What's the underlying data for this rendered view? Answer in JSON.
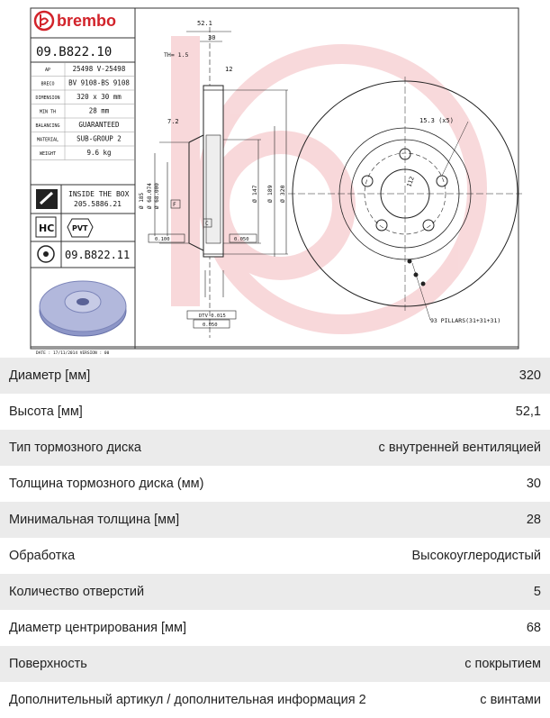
{
  "drawing": {
    "brand": "brembo",
    "part_number": "09.B822.10",
    "info": [
      {
        "key": "AP",
        "value": "25498 V-25498"
      },
      {
        "key": "BRECO",
        "value": "BV 9108-BS 9108"
      },
      {
        "key": "DIMENSION",
        "value": "320 x 30 mm"
      },
      {
        "key": "MIN TH",
        "value": "28 mm"
      },
      {
        "key": "BALANCING",
        "value": "GUARANTEED"
      },
      {
        "key": "MATERIAL",
        "value": "SUB-GROUP 2"
      },
      {
        "key": "WEIGHT",
        "value": "9.6 kg"
      }
    ],
    "inside_box_title": "INSIDE THE BOX",
    "inside_box_number": "205.5886.21",
    "hc_label": "HC",
    "pvt_label": "PVT",
    "alt_part_number": "09.B822.11",
    "footer": "DATE : 17/11/2014  VERSION : 00",
    "dims": {
      "height": "52.1",
      "thickness": "30",
      "th": "TH= 1.5",
      "hat": "12",
      "offset": "7.2",
      "d1": "Ø 185",
      "d2": "Ø 68.074",
      "d3": "Ø 68.000",
      "d4": "Ø 147",
      "d5": "Ø 189",
      "d6": "Ø 320",
      "bolt": "15.3 (x5)",
      "pcd": "112",
      "pillars": "93 PILLARS(31+31+31)",
      "tol1": "0.100",
      "tol2": "0.050",
      "dtv": "DTV 0.015",
      "flat": "0.050",
      "datum_c": "C",
      "datum_f": "F"
    }
  },
  "specs": [
    {
      "label": "Диаметр [мм]",
      "value": "320"
    },
    {
      "label": "Высота [мм]",
      "value": "52,1"
    },
    {
      "label": "Тип тормозного диска",
      "value": "с внутренней вентиляцией"
    },
    {
      "label": "Толщина тормозного диска (мм)",
      "value": "30"
    },
    {
      "label": "Минимальная толщина [мм]",
      "value": "28"
    },
    {
      "label": "Обработка",
      "value": "Высокоуглеродистый"
    },
    {
      "label": "Количество отверстий",
      "value": "5"
    },
    {
      "label": "Диаметр центрирования [мм]",
      "value": "68"
    },
    {
      "label": "Поверхность",
      "value": "с покрытием"
    },
    {
      "label": "Дополнительный артикул / дополнительная информация 2",
      "value": "с винтами"
    }
  ],
  "colors": {
    "brand_red": "#d2232a",
    "watermark": "#f6c9cb",
    "row_shade": "#ebebeb"
  }
}
